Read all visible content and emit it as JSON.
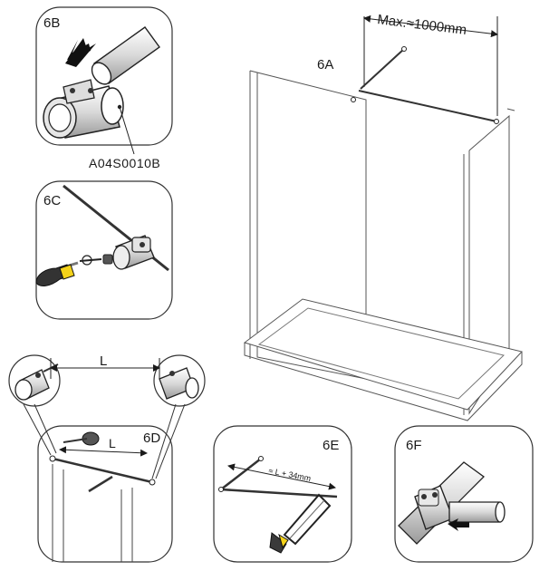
{
  "panels": {
    "p6a": {
      "label": "6A",
      "dimension": "Max.≈1000mm"
    },
    "p6b": {
      "label": "6B",
      "part_code": "A04S0010B"
    },
    "p6c": {
      "label": "6C"
    },
    "p6d": {
      "label": "6D",
      "measure_top": "L",
      "measure_inner": "L"
    },
    "p6e": {
      "label": "6E",
      "dimension": "≈ L + 34mm"
    },
    "p6f": {
      "label": "6F"
    }
  },
  "icons": {
    "arrow": "direction-arrow-icon",
    "screwdriver": "screwdriver-icon",
    "hacksaw": "hacksaw-icon",
    "tape": "tape-measure-icon"
  },
  "colors": {
    "stroke": "#1a1a1a",
    "tool_yellow": "#f4d21a",
    "tool_dark": "#3a3a3a",
    "frame": "#555555"
  }
}
